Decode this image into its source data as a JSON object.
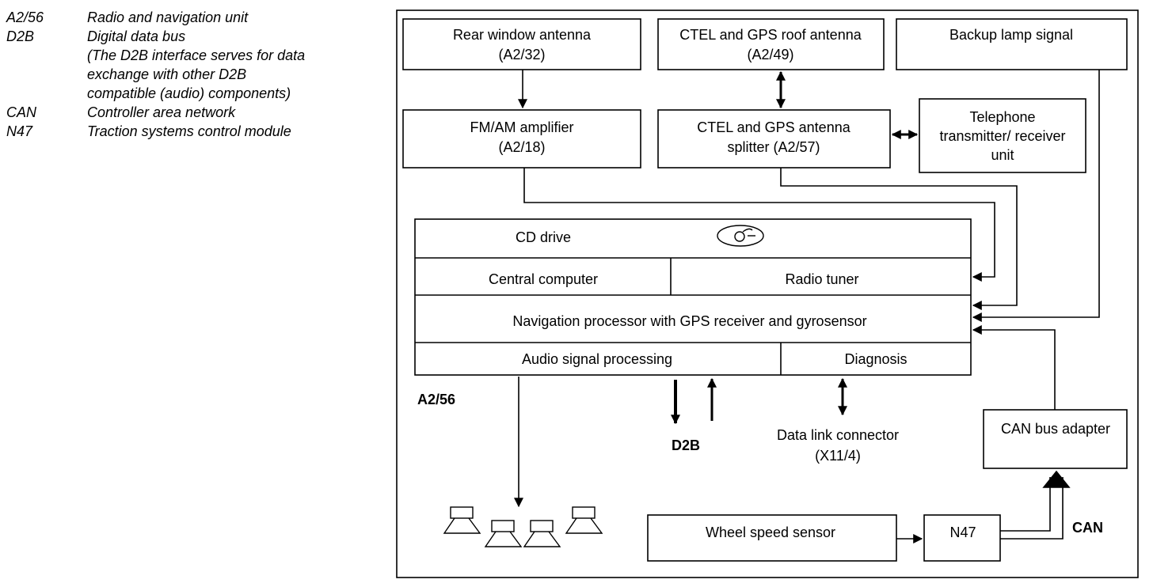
{
  "legend": [
    {
      "code": "A2/56",
      "desc": "Radio and navigation unit"
    },
    {
      "code": "D2B",
      "desc": "Digital data bus",
      "extra": [
        "(The D2B interface serves for data",
        "exchange with other D2B",
        "compatible (audio) components)"
      ]
    },
    {
      "code": "CAN",
      "desc": "Controller area network"
    },
    {
      "code": "N47",
      "desc": "Traction systems control module"
    }
  ],
  "boxes": {
    "rear_antenna": [
      "Rear window antenna",
      "(A2/32)"
    ],
    "roof_antenna": [
      "CTEL and GPS roof antenna",
      "(A2/49)"
    ],
    "backup_lamp": [
      "Backup lamp signal"
    ],
    "fm_am_amp": [
      "FM/AM amplifier",
      "(A2/18)"
    ],
    "antenna_splitter": [
      "CTEL and GPS antenna",
      "splitter (A2/57)"
    ],
    "telephone": [
      "Telephone",
      "transmitter/ receiver",
      "unit"
    ],
    "cd_drive": "CD drive",
    "central_computer": "Central computer",
    "radio_tuner": "Radio tuner",
    "nav_processor": "Navigation processor with GPS receiver and gyrosensor",
    "audio_processing": "Audio signal processing",
    "diagnosis": "Diagnosis",
    "can_adapter": "CAN bus adapter",
    "wheel_speed": "Wheel speed sensor",
    "n47": "N47"
  },
  "labels": {
    "unit_code": "A2/56",
    "d2b": "D2B",
    "data_link": [
      "Data link connector",
      "(X11/4)"
    ],
    "can": "CAN"
  },
  "icons": {
    "cd": "cd-disc-icon",
    "speaker": "speaker-icon"
  }
}
